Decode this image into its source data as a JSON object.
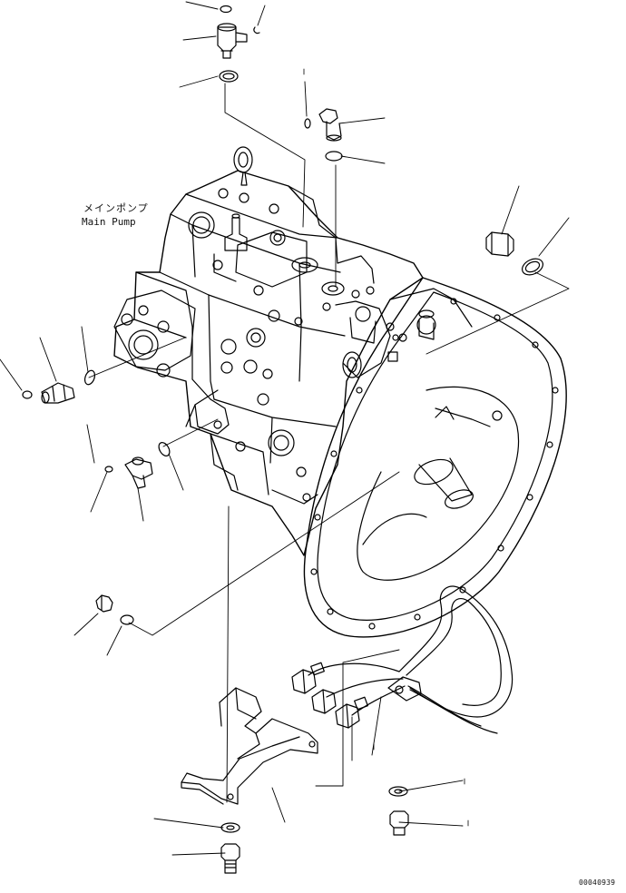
{
  "diagram": {
    "component_label_jp": "メインポンプ",
    "component_label_en": "Main Pump",
    "drawing_id": "00040939"
  },
  "colors": {
    "line": "#000000",
    "background": "#ffffff"
  },
  "parts": [
    {
      "name": "o-ring-top",
      "icon": "o-ring-icon"
    },
    {
      "name": "elbow-fitting-top",
      "icon": "elbow-fitting-icon"
    },
    {
      "name": "o-ring-upper",
      "icon": "o-ring-icon"
    },
    {
      "name": "elbow-fitting-right",
      "icon": "elbow-fitting-icon"
    },
    {
      "name": "o-ring-right",
      "icon": "o-ring-icon"
    },
    {
      "name": "plug",
      "icon": "plug-icon"
    },
    {
      "name": "o-ring-plug",
      "icon": "o-ring-icon"
    },
    {
      "name": "elbow-fitting-left",
      "icon": "elbow-fitting-icon"
    },
    {
      "name": "o-ring-left",
      "icon": "o-ring-icon"
    },
    {
      "name": "elbow-fitting-lower-left",
      "icon": "elbow-fitting-icon"
    },
    {
      "name": "o-ring-lower-left",
      "icon": "o-ring-icon"
    },
    {
      "name": "small-plug",
      "icon": "plug-icon"
    },
    {
      "name": "o-ring-small-plug",
      "icon": "o-ring-icon"
    },
    {
      "name": "wiring-harness",
      "icon": "connector-icon"
    },
    {
      "name": "mounting-bracket",
      "icon": "bracket-icon"
    },
    {
      "name": "washer-bottom-left",
      "icon": "washer-icon"
    },
    {
      "name": "bolt-bottom-left",
      "icon": "bolt-icon"
    },
    {
      "name": "washer-bottom-right",
      "icon": "washer-icon"
    },
    {
      "name": "bolt-bottom-right",
      "icon": "bolt-icon"
    }
  ]
}
